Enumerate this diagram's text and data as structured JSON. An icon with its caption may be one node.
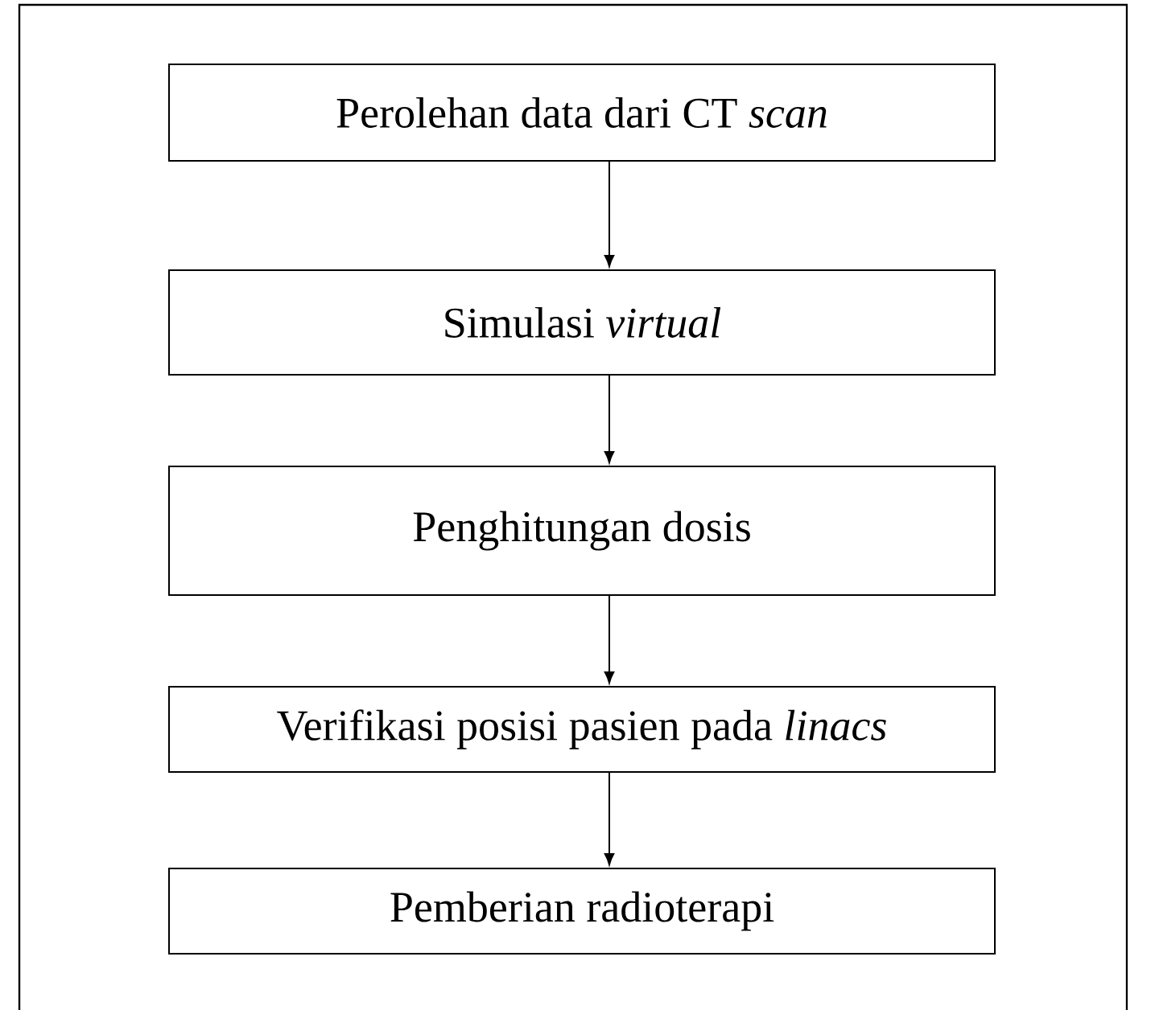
{
  "diagram": {
    "nodes": [
      {
        "text": [
          "Perolehan data dari CT *scan*"
        ]
      },
      {
        "text": [
          "Simulasi *virtual*"
        ]
      },
      {
        "text": [
          "Penghitungan dosis"
        ]
      },
      {
        "text": [
          "Verifikasi posisi pasien pada *linacs*"
        ]
      },
      {
        "text": [
          "Pemberian radioterapi"
        ]
      }
    ],
    "edges": [
      {
        "from": 0,
        "to": 1,
        "arrow": "to"
      },
      {
        "from": 1,
        "to": 2,
        "arrow": "to"
      },
      {
        "from": 2,
        "to": 3,
        "arrow": "to"
      },
      {
        "from": 3,
        "to": 4,
        "arrow": "to"
      }
    ]
  }
}
